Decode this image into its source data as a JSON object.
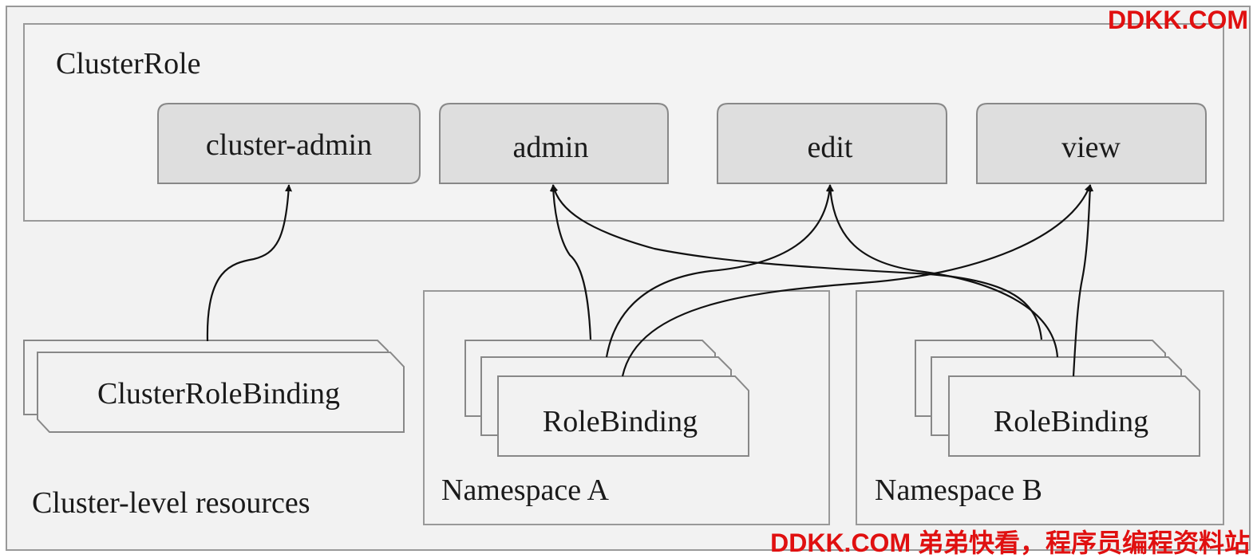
{
  "outer": {
    "label": "Cluster-level resources"
  },
  "cluster_role": {
    "label": "ClusterRole",
    "roles": [
      "cluster-admin",
      "admin",
      "edit",
      "view"
    ]
  },
  "cluster_role_binding": {
    "label": "ClusterRoleBinding"
  },
  "namespace_a": {
    "label": "Namespace A",
    "binding_label": "RoleBinding"
  },
  "namespace_b": {
    "label": "Namespace B",
    "binding_label": "RoleBinding"
  },
  "watermark": {
    "top": "DDKK.COM",
    "bottom": "DDKK.COM 弟弟快看，程序员编程资料站"
  },
  "colors": {
    "background": "#f2f2f2",
    "role_fill": "#dedede",
    "stroke": "#888888",
    "watermark": "#e01010"
  }
}
